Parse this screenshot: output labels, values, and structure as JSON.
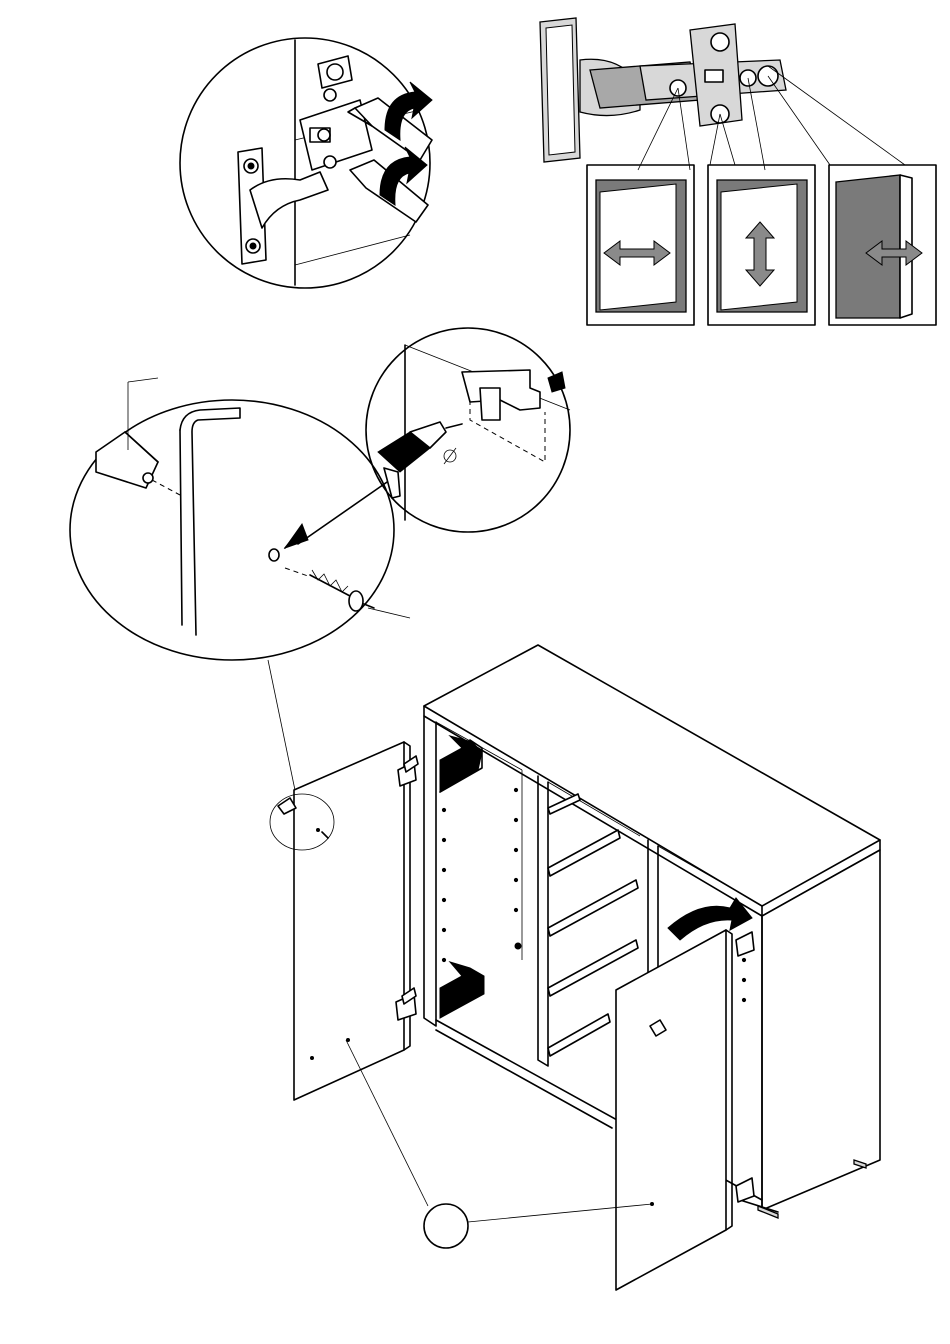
{
  "document": {
    "type": "furniture-assembly-instruction",
    "sheet": "door-mounting-and-hinge-adjustment",
    "panels": [
      {
        "id": "hinge-screwing-detail"
      },
      {
        "id": "hinge-adjustment-detail",
        "adjustments": [
          "side",
          "height",
          "depth"
        ]
      },
      {
        "id": "knob-mounting-detail"
      },
      {
        "id": "cabinet-overview",
        "doors": 2
      }
    ],
    "callout_part_label": ""
  },
  "colors": {
    "line": "#000000",
    "background": "#ffffff",
    "arrow_fill": "#8a8a8a",
    "panel_dark": "#7a7a7a",
    "panel_light": "#d8d8d8"
  },
  "icons": [
    "hinge-icon",
    "screwdriver-icon",
    "rotation-arrow-icon",
    "drill-icon",
    "screw-icon",
    "knob-icon",
    "double-arrow-icon"
  ]
}
